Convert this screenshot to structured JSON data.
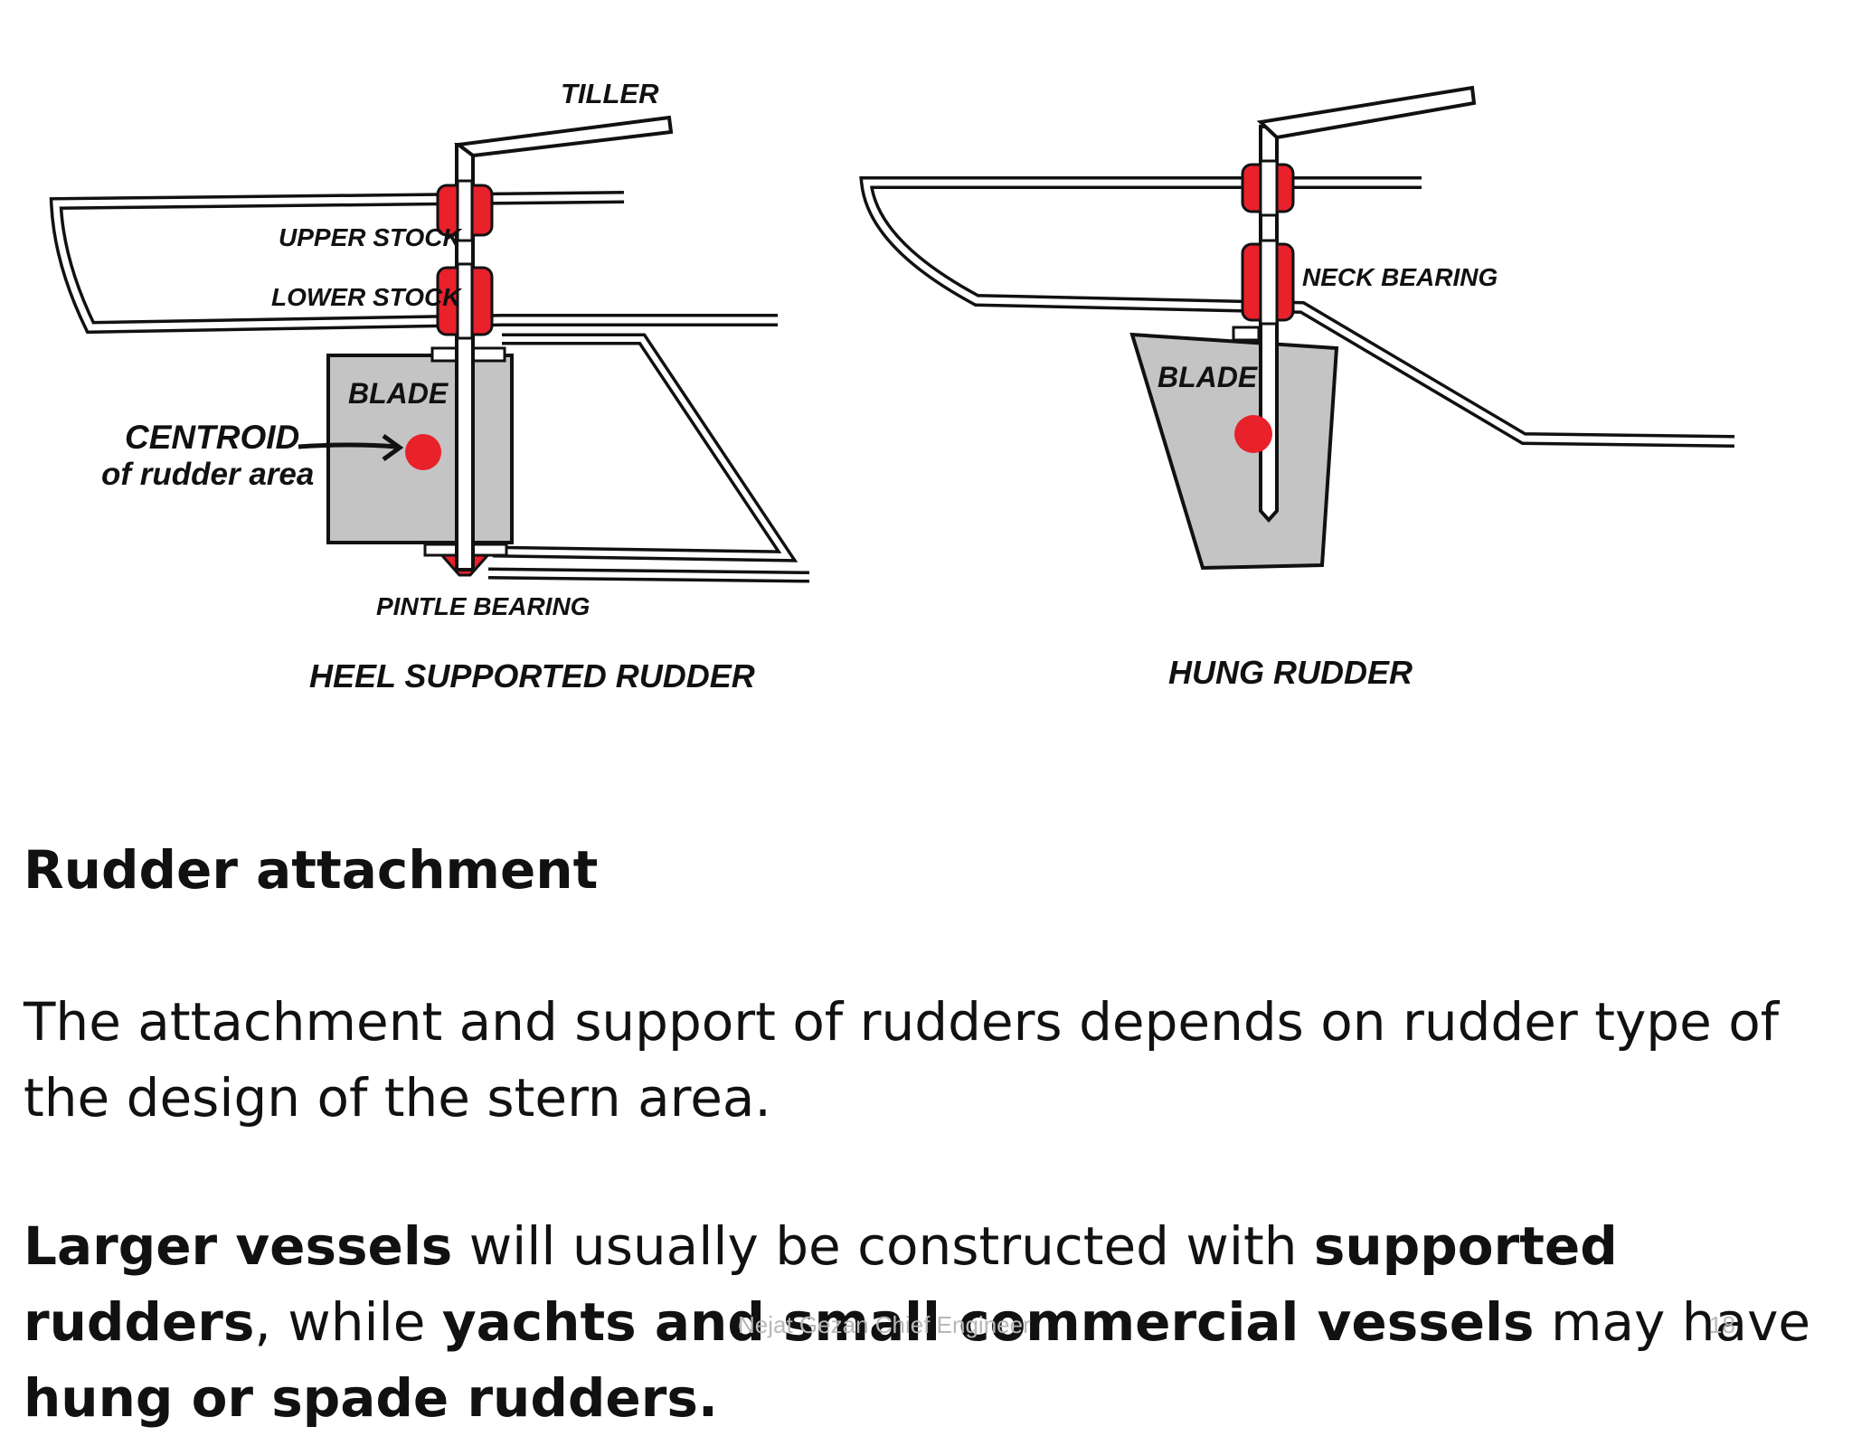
{
  "diagram": {
    "left": {
      "tiller_label": "TILLER",
      "upper_stock_label": "UPPER STOCK",
      "lower_stock_label": "LOWER STOCK",
      "blade_label": "BLADE",
      "centroid_label": "CENTROID",
      "centroid_sublabel": "of rudder area",
      "pintle_label": "PINTLE BEARING",
      "caption": "HEEL SUPPORTED RUDDER"
    },
    "right": {
      "neck_bearing_label": "NECK BEARING",
      "blade_label": "BLADE",
      "caption": "HUNG RUDDER"
    },
    "colors": {
      "bearing": "#e8212b",
      "blade": "#c4c4c4",
      "outline": "#111111"
    }
  },
  "heading": "Rudder attachment",
  "paragraph1": "The attachment and support of rudders depends on rudder type of the design of the stern area.",
  "paragraph2": {
    "larger": "Larger vessels",
    "text_a": " will usually be constructed with ",
    "supported": "supported rudders",
    "text_b": ", while ",
    "yachts": "yachts and small commercial vessels",
    "text_c": " may have ",
    "hung": "hung or spade rudders."
  },
  "footer": {
    "author": "Nejat Gezan Chief Engineer",
    "page_number": "18"
  }
}
